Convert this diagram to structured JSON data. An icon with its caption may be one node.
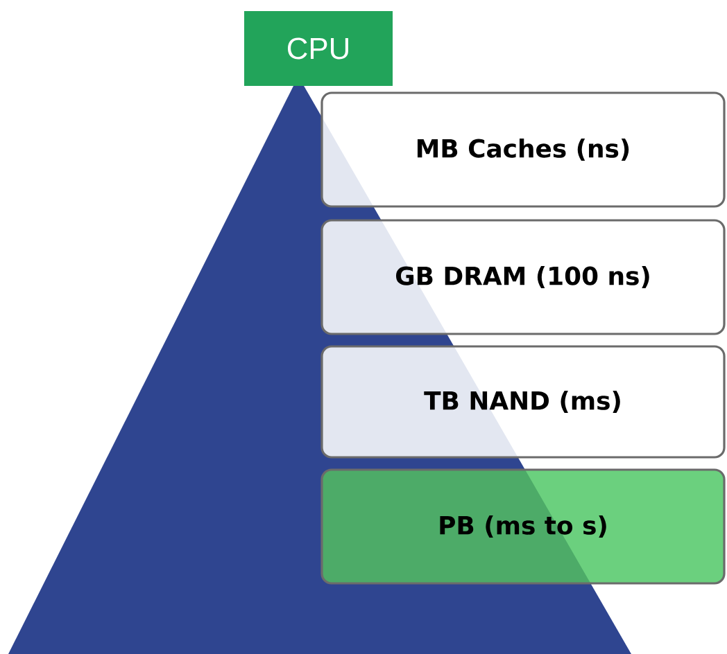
{
  "diagram": {
    "nodes": [
      {
        "text": [
          "CPU"
        ]
      },
      {
        "text": [
          "MB Caches (ns)"
        ]
      },
      {
        "text": [
          "GB DRAM (100 ns)"
        ]
      },
      {
        "text": [
          "TB NAND (ms)"
        ]
      },
      {
        "text": [
          "PB (ms to s)"
        ]
      }
    ]
  }
}
